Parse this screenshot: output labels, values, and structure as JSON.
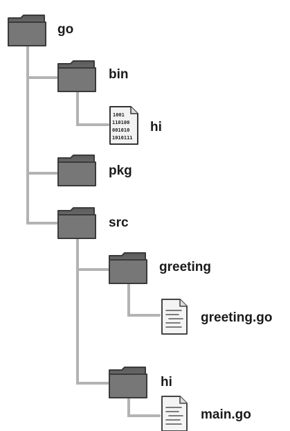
{
  "tree": {
    "line_color": "#b3b3b3",
    "folder_color": "#6e6e6e",
    "nodes": [
      {
        "id": "go",
        "label": "go",
        "type": "folder"
      },
      {
        "id": "bin",
        "label": "bin",
        "type": "folder"
      },
      {
        "id": "hi-binary",
        "label": "hi",
        "type": "binary-file",
        "glyph_lines": [
          "1001",
          "110100",
          "001010",
          "1010111"
        ]
      },
      {
        "id": "pkg",
        "label": "pkg",
        "type": "folder"
      },
      {
        "id": "src",
        "label": "src",
        "type": "folder"
      },
      {
        "id": "greeting",
        "label": "greeting",
        "type": "folder"
      },
      {
        "id": "greeting-go",
        "label": "greeting.go",
        "type": "source-file"
      },
      {
        "id": "hi",
        "label": "hi",
        "type": "folder"
      },
      {
        "id": "main-go",
        "label": "main.go",
        "type": "source-file"
      }
    ]
  }
}
